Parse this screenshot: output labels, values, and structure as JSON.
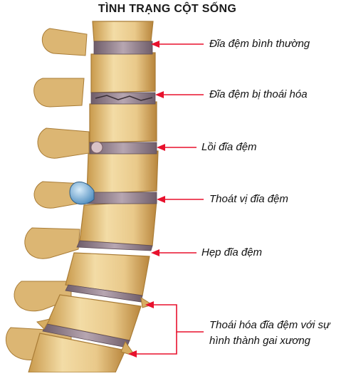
{
  "title": "TÌNH TRẠNG CỘT SỐNG",
  "colors": {
    "arrow": "#e8112d",
    "bone": "#e9c98a",
    "bone_shadow": "#c99a4c",
    "disc": "#8f7a86",
    "herniation": "#7fb2d9"
  },
  "labels": [
    "Đĩa đệm bình thường",
    "Đĩa đệm bị thoái hóa",
    "Lồi đĩa đệm",
    "Thoát vị đĩa đệm",
    "Hẹp đĩa đệm",
    "Thoái hóa đĩa đệm với sự",
    "hình thành gai xương"
  ]
}
